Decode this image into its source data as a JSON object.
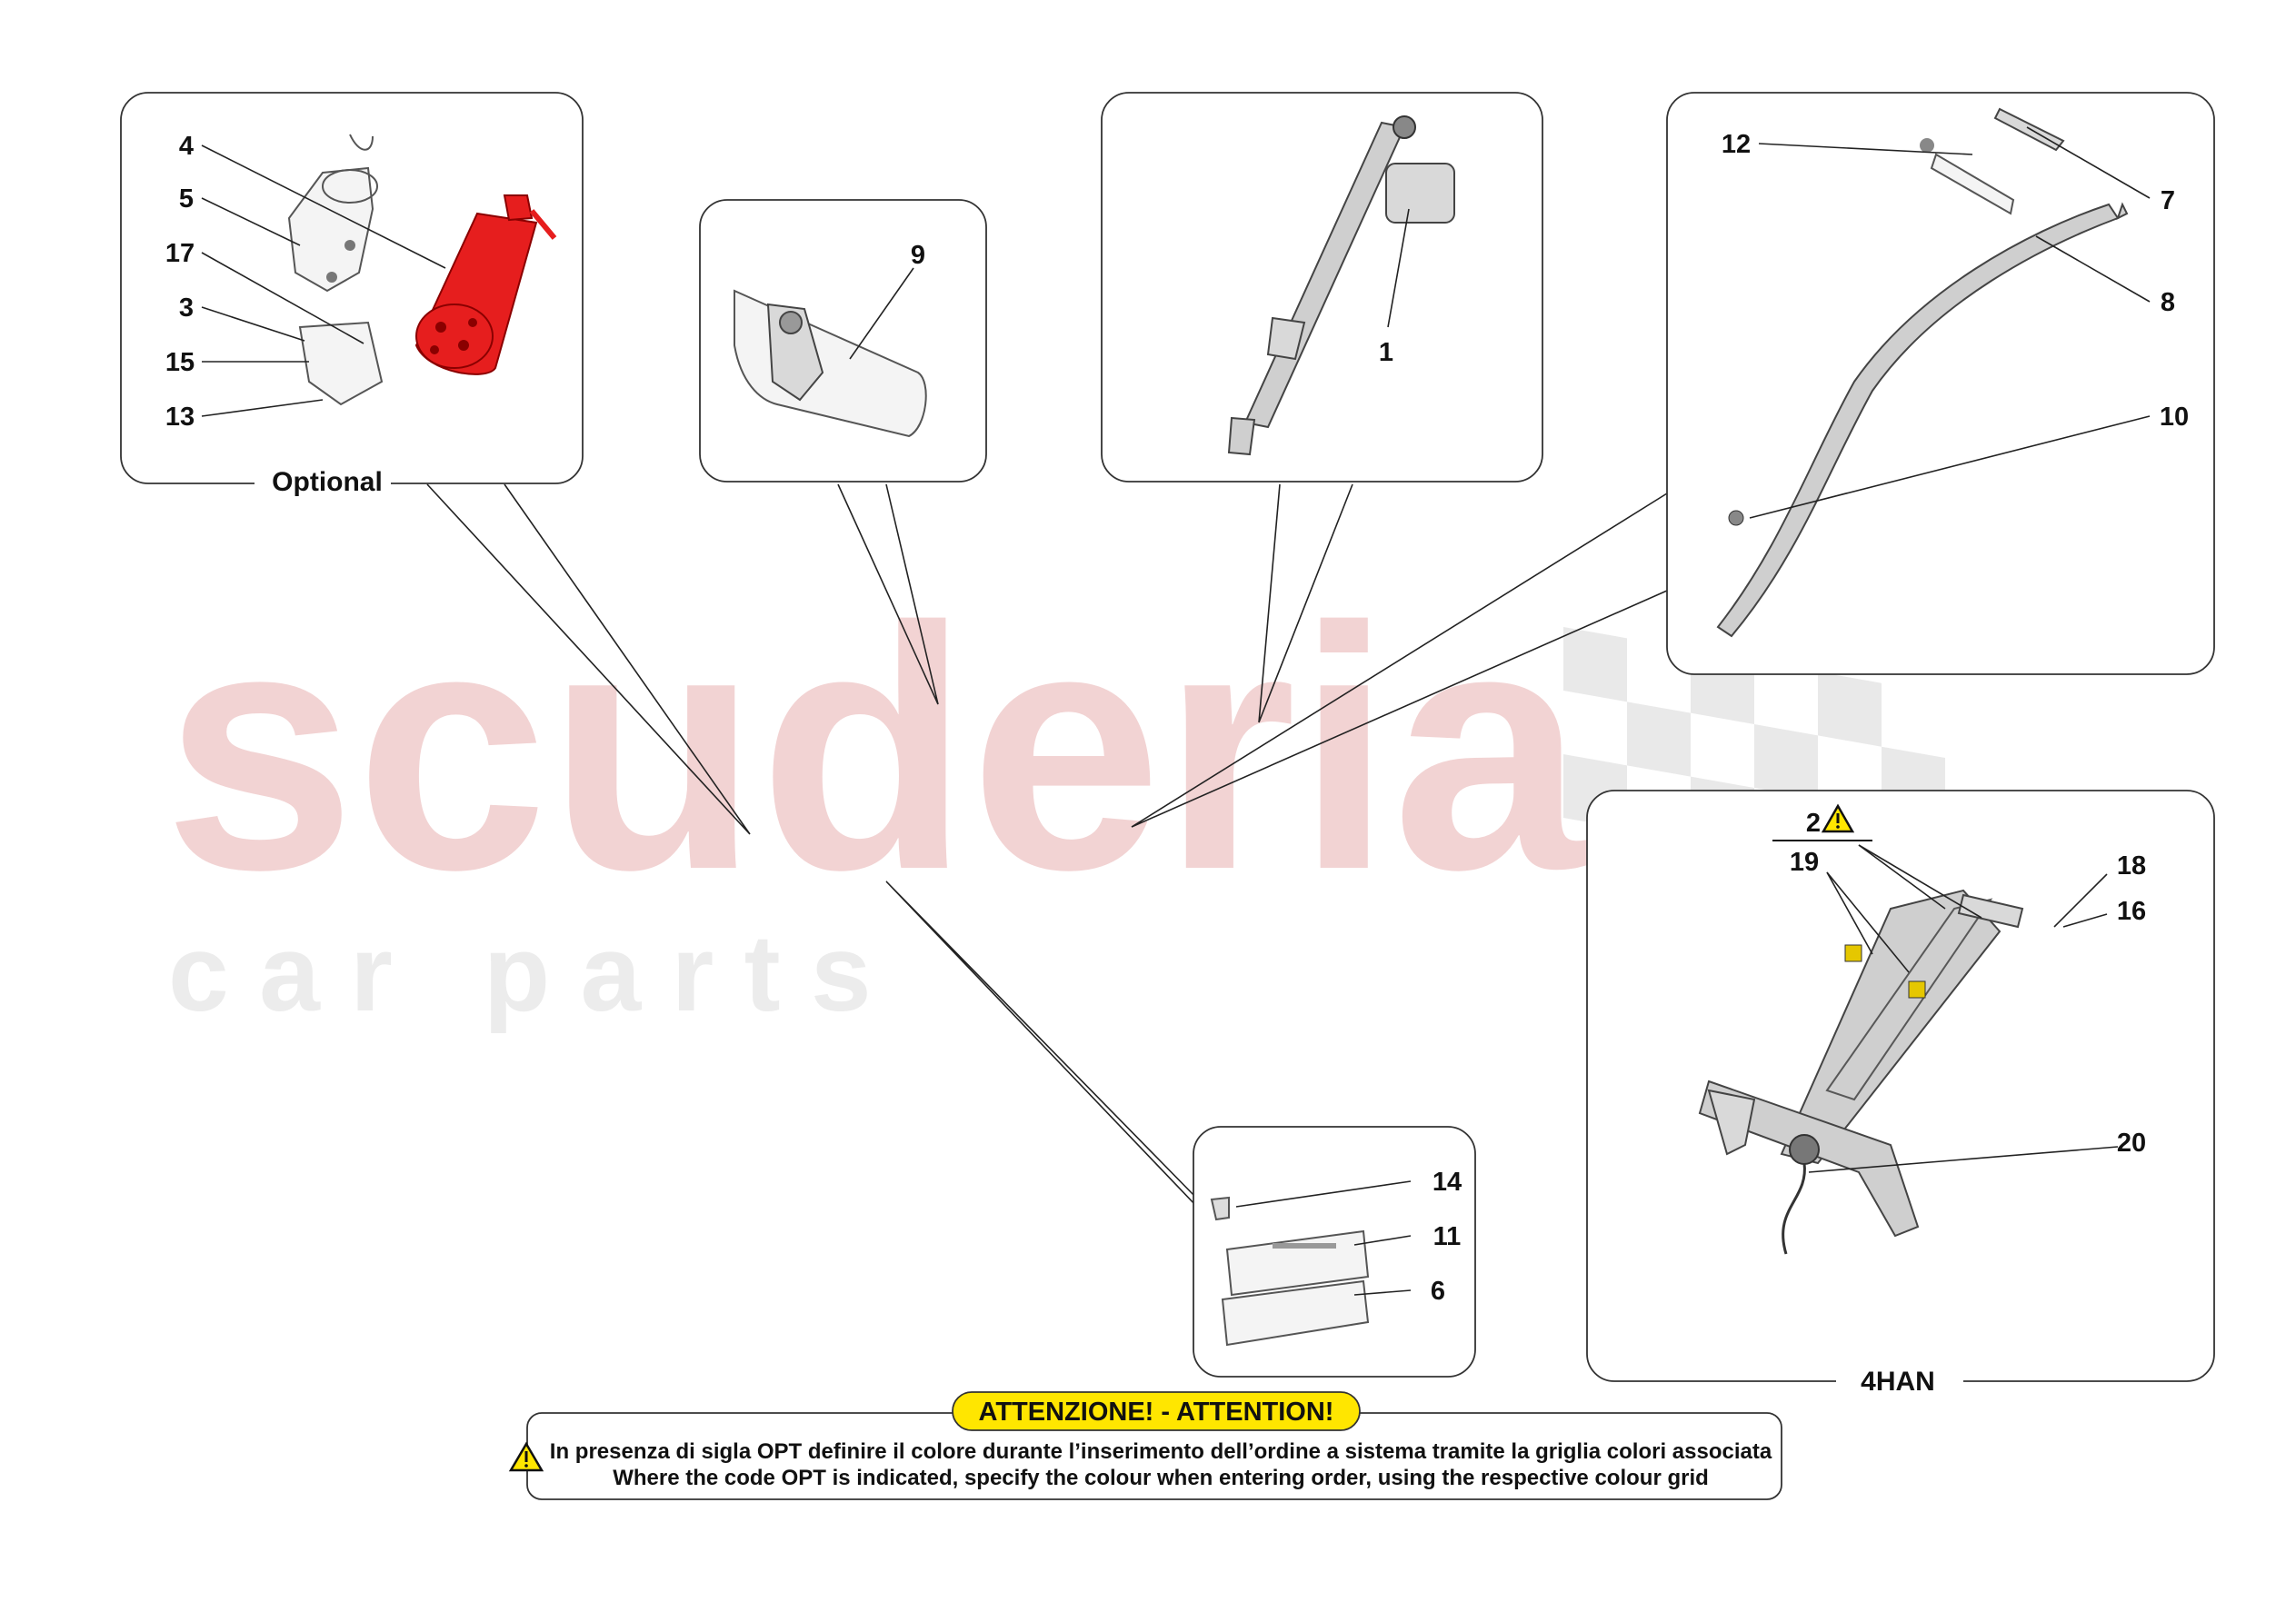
{
  "watermark": {
    "main": "scuderia",
    "sub": "c a r   p a r t s"
  },
  "colors": {
    "extinguisher": "#e61e1e",
    "warning_yellow": "#ffe600",
    "watermark": "#f2d3d3"
  },
  "sections": {
    "optional": "Optional",
    "harness_4han": "4HAN"
  },
  "callouts": {
    "c1": "1",
    "c2": "2",
    "c3": "3",
    "c4": "4",
    "c5": "5",
    "c6": "6",
    "c7": "7",
    "c8": "8",
    "c9": "9",
    "c10": "10",
    "c11": "11",
    "c12": "12",
    "c13": "13",
    "c14": "14",
    "c15": "15",
    "c16": "16",
    "c17": "17",
    "c18": "18",
    "c19": "19",
    "c20": "20"
  },
  "notice": {
    "title": "ATTENZIONE! - ATTENTION!",
    "line_it": "In presenza di sigla OPT definire il colore durante l’inserimento dell’ordine a sistema tramite la griglia colori associata",
    "line_en": "Where the code OPT is indicated, specify the colour when entering order, using the respective colour grid"
  },
  "icons": [
    "warning-triangle-icon",
    "checkered-flag-icon"
  ]
}
